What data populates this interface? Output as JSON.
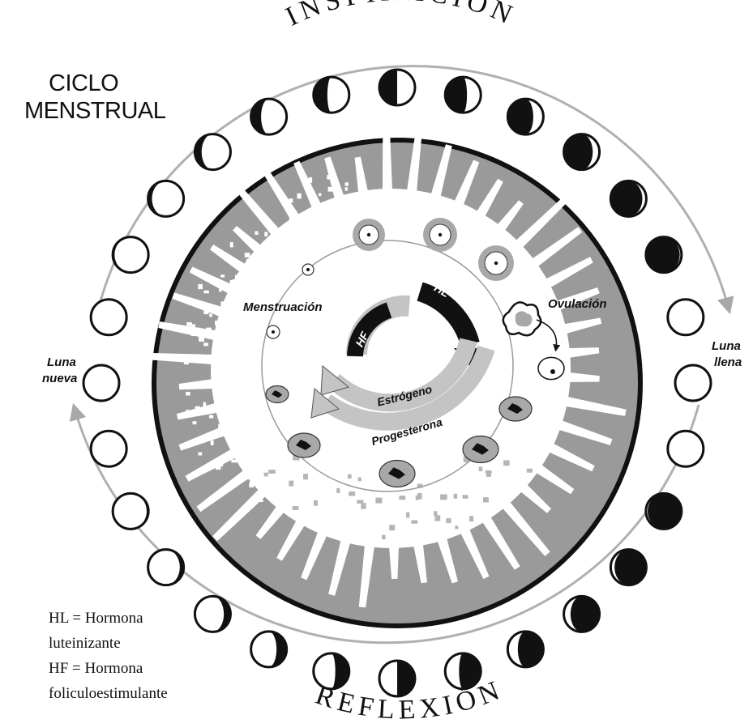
{
  "title": {
    "line1": "CICLO",
    "line2": "MENSTRUAL"
  },
  "arc_labels": {
    "top": "INSPIRACIÓN",
    "bottom": "REFLEXIÓN"
  },
  "side_labels": {
    "left_line1": "Luna",
    "left_line2": "nueva",
    "right_line1": "Luna",
    "right_line2": "llena"
  },
  "phases": {
    "menstruation": "Menstruación",
    "ovulation": "Ovulación"
  },
  "hormones": {
    "hl": "HL",
    "hf": "HF",
    "estrogen": "Estrógeno",
    "progesterone": "Progesterona"
  },
  "legend": [
    "HL = Hormona",
    "luteinizante",
    "HF = Hormona",
    "foliculoestimulante"
  ],
  "moon_count": 28,
  "colors": {
    "ink": "#111111",
    "tissue": "#9a9a9a",
    "arrow_ring": "#b8b8b8",
    "inner_white": "#ffffff"
  }
}
